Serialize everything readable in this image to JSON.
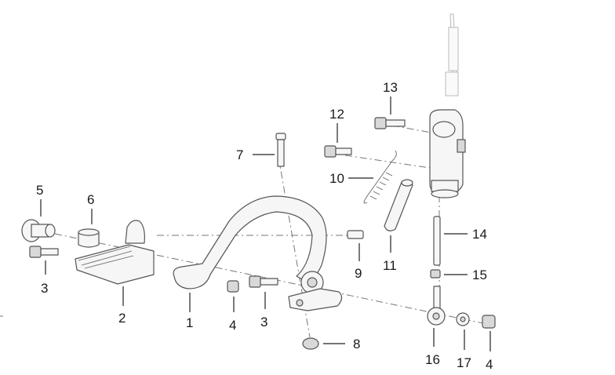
{
  "diagram": {
    "callouts": [
      {
        "id": "c1",
        "label": "1"
      },
      {
        "id": "c2",
        "label": "2"
      },
      {
        "id": "c3a",
        "label": "3"
      },
      {
        "id": "c3b",
        "label": "3"
      },
      {
        "id": "c4a",
        "label": "4"
      },
      {
        "id": "c4b",
        "label": "4"
      },
      {
        "id": "c5",
        "label": "5"
      },
      {
        "id": "c6",
        "label": "6"
      },
      {
        "id": "c7",
        "label": "7"
      },
      {
        "id": "c8",
        "label": "8"
      },
      {
        "id": "c9",
        "label": "9"
      },
      {
        "id": "c10",
        "label": "10"
      },
      {
        "id": "c11",
        "label": "11"
      },
      {
        "id": "c12",
        "label": "12"
      },
      {
        "id": "c13",
        "label": "13"
      },
      {
        "id": "c14",
        "label": "14"
      },
      {
        "id": "c15",
        "label": "15"
      },
      {
        "id": "c16",
        "label": "16"
      },
      {
        "id": "c17",
        "label": "17"
      }
    ]
  }
}
